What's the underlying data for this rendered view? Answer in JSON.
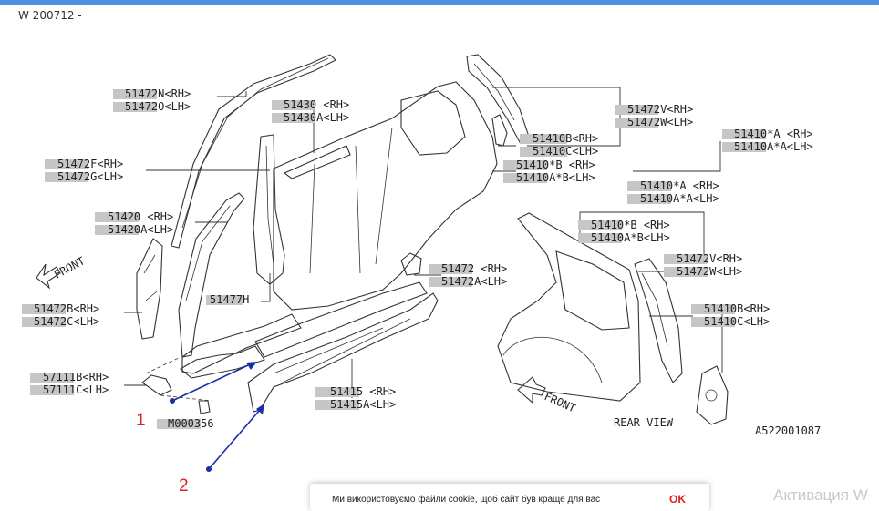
{
  "header": {
    "code": "W 200712 -"
  },
  "diagram": {
    "labels": {
      "l51472N": "51472N<RH>",
      "l51472O": "51472O<LH>",
      "l51430": "51430 <RH>",
      "l51430A": "51430A<LH>",
      "l51472F": "51472F<RH>",
      "l51472G": "51472G<LH>",
      "l51420": "51420 <RH>",
      "l51420A": "51420A<LH>",
      "l51472B": "51472B<RH>",
      "l51472C": "51472C<LH>",
      "l51477H": "51477H",
      "l57111B": "57111B<RH>",
      "l57111C": "57111C<LH>",
      "lM000356": "M000356",
      "l51415": "51415 <RH>",
      "l51415A": "51415A<LH>",
      "l51472": "51472 <RH>",
      "l51472A": "51472A<LH>",
      "l51410B_top": "51410B<RH>",
      "l51410C_top": "51410C<LH>",
      "l51472V_top": "51472V<RH>",
      "l51472W_top": "51472W<LH>",
      "l51410xA_top": "51410*A <RH>",
      "l51410AxA_top": "51410A*A<LH>",
      "l51410xB_top": "51410*B <RH>",
      "l51410AxB_top": "51410A*B<LH>",
      "l51410xA_mid": "51410*A <RH>",
      "l51410AxA_mid": "51410A*A<LH>",
      "l51410xB_mid": "51410*B <RH>",
      "l51410AxB_mid": "51410A*B<LH>",
      "l51472V_mid": "51472V<RH>",
      "l51472W_mid": "51472W<LH>",
      "l51410B_bot": "51410B<RH>",
      "l51410C_bot": "51410C<LH>",
      "front_left": "FRONT",
      "front_right": "FRONT",
      "rear_view": "REAR VIEW",
      "figure_code": "A522001087"
    },
    "callouts": {
      "one": "1",
      "two": "2"
    },
    "colors": {
      "callout_arrow": "#1a2ea8",
      "callout_number": "#dd2222",
      "label_highlight": "#c6c6c6"
    }
  },
  "cookie_banner": {
    "text": "Ми використовуємо файли cookie, щоб сайт був краще для вас",
    "ok_label": "OK"
  },
  "watermark": {
    "activation_text": "Активация W"
  }
}
